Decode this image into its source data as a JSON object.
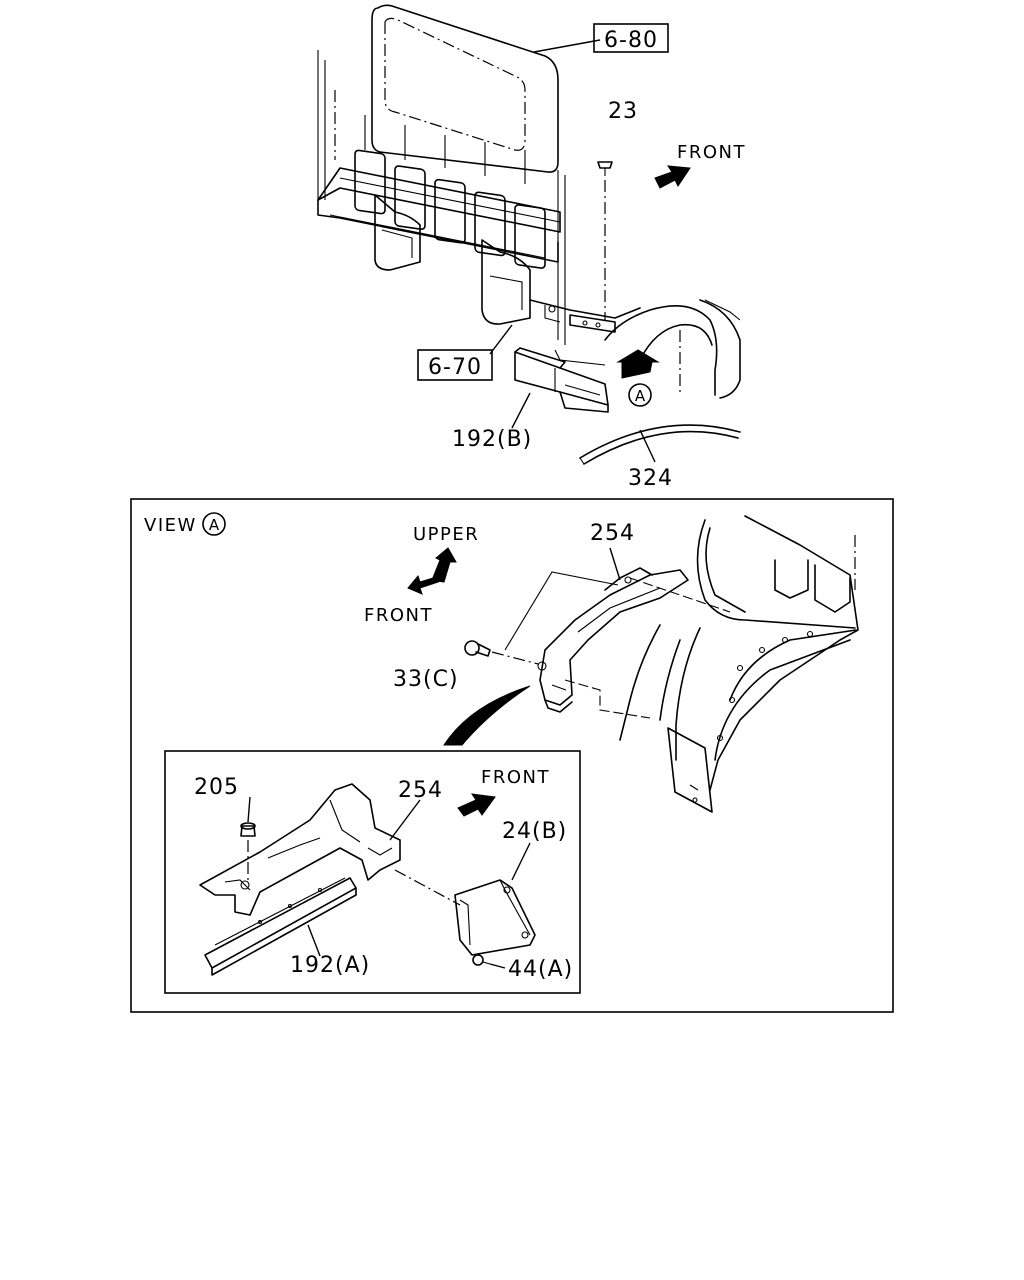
{
  "labels": {
    "ref_6_80": "6-80",
    "ref_6_70": "6-70",
    "part_23": "23",
    "front_top": "FRONT",
    "circle_a_top": "A",
    "part_192b": "192(B)",
    "part_324": "324",
    "view_a": "VIEW",
    "view_a_circle": "A",
    "upper": "UPPER",
    "front_view": "FRONT",
    "part_254_main": "254",
    "part_33c": "33(C)",
    "part_205": "205",
    "part_254_inset": "254",
    "front_inset": "FRONT",
    "part_24b": "24(B)",
    "part_192a": "192(A)",
    "part_44a": "44(A)"
  }
}
